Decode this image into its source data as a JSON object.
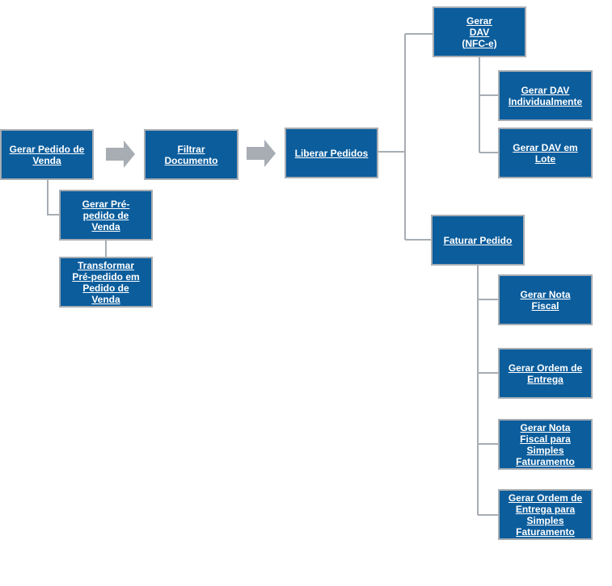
{
  "nodes": {
    "gerar_pedido_venda": "Gerar Pedido de Venda",
    "filtrar_documento": "Filtrar Documento",
    "liberar_pedidos": "Liberar Pedidos",
    "gerar_pre_pedido_venda": "Gerar Pré-pedido de Venda",
    "transformar_pre_pedido": "Transformar Pré-pedido em Pedido de Venda",
    "gerar_dav_nfce": "Gerar DAV (NFC-e)",
    "gerar_dav_individualmente": "Gerar DAV Individualmente",
    "gerar_dav_lote": "Gerar DAV em Lote",
    "faturar_pedido": "Faturar Pedido",
    "gerar_nota_fiscal": "Gerar Nota Fiscal",
    "gerar_ordem_entrega": "Gerar Ordem de Entrega",
    "gerar_nota_fiscal_simples": "Gerar Nota Fiscal para Simples Faturamento",
    "gerar_ordem_entrega_simples": "Gerar Ordem de Entrega para Simples Faturamento"
  },
  "colors": {
    "node_fill": "#0b5d9c",
    "node_border": "#a7adb3",
    "connector": "#a7adb3",
    "arrow": "#a7adb3",
    "label": "#ffffff"
  }
}
